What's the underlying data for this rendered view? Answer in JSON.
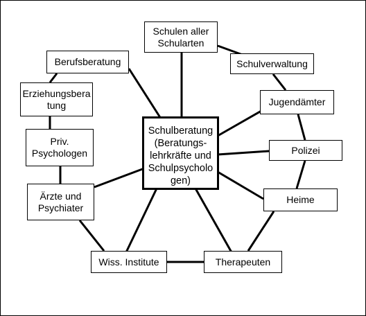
{
  "diagram": {
    "center": "Schulberatung\n(Beratungs-\nlehrkräfte und\nSchulpsycholo\ngen)",
    "nodes": {
      "schulen": "Schulen aller\nSchularten",
      "berufsberatung": "Berufsberatung",
      "schulverwaltung": "Schulverwaltung",
      "erziehungsberatung": "Erziehungsbera\ntung",
      "jugendaemter": "Jugendämter",
      "priv_psychologen": "Priv.\nPsychologen",
      "polizei": "Polizei",
      "aerzte": "Ärzte und\nPsychiater",
      "heime": "Heime",
      "wiss_institute": "Wiss. Institute",
      "therapeuten": "Therapeuten"
    },
    "colors": {
      "line": "#000000",
      "box_border": "#000000",
      "background": "#ffffff"
    }
  }
}
